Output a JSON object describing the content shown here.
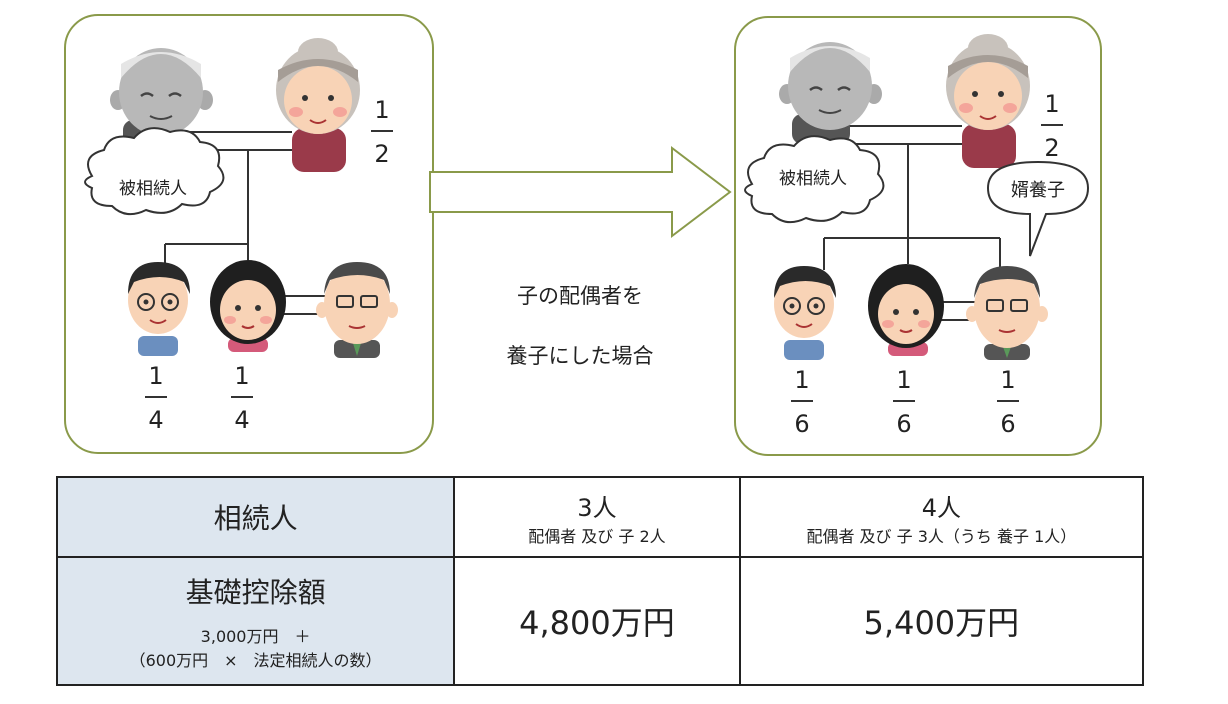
{
  "left_panel": {
    "deceased_label": "被相続人",
    "fractions": {
      "spouse": {
        "num": "1",
        "den": "2"
      },
      "child1": {
        "num": "1",
        "den": "4"
      },
      "child2": {
        "num": "1",
        "den": "4"
      }
    }
  },
  "right_panel": {
    "deceased_label": "被相続人",
    "adoptee_bubble": "婿養子",
    "fractions": {
      "spouse": {
        "num": "1",
        "den": "2"
      },
      "child1": {
        "num": "1",
        "den": "6"
      },
      "child2": {
        "num": "1",
        "den": "6"
      },
      "child3": {
        "num": "1",
        "den": "6"
      }
    }
  },
  "arrow_caption": {
    "line1": "子の配偶者を",
    "line2": "養子にした場合"
  },
  "table": {
    "row1": {
      "label": "相続人",
      "col1_main": "3人",
      "col1_sub": "配偶者 及び 子 2人",
      "col2_main": "4人",
      "col2_sub": "配偶者 及び 子 3人（うち 養子 1人）"
    },
    "row2": {
      "label": "基礎控除額",
      "formula_line1": "3,000万円　＋",
      "formula_line2": "（600万円　×　法定相続人の数）",
      "col1_amount": "4,800万円",
      "col2_amount": "5,400万円"
    }
  },
  "colors": {
    "panel_border": "#8a9a4a",
    "table_header_bg": "#dde6ef",
    "skin": "#f8d3b6",
    "cheek": "#f4a59a",
    "shirt_blue": "#6b8fbf",
    "grandma_dress": "#9a3a4a"
  }
}
